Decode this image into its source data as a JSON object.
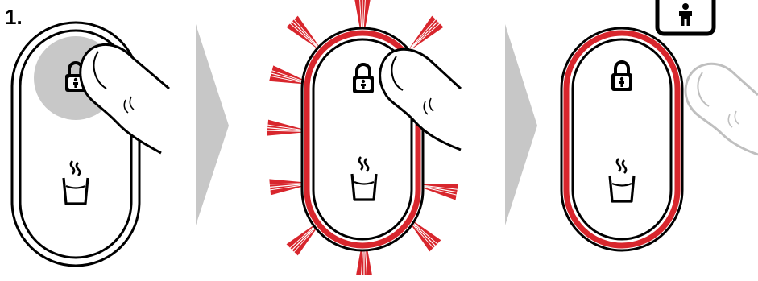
{
  "step": {
    "number": "1."
  },
  "panels": [
    {
      "state": "finger-press",
      "outline": "double-black"
    },
    {
      "state": "highlighted-flashing",
      "outline": "red",
      "flash": true
    },
    {
      "state": "child-lock-active",
      "outline": "red"
    }
  ],
  "icons": [
    "lock-icon",
    "child-icon",
    "hot-water-cup-icon",
    "finger-icon",
    "child-lock-indicator-icon",
    "arrow-right-icon"
  ],
  "colors": {
    "accent": "#d8262d",
    "outline": "#000000",
    "arrow": "#c7c7c7",
    "press": "#c8c8c8",
    "finger_faded": "#bfbfbf"
  }
}
